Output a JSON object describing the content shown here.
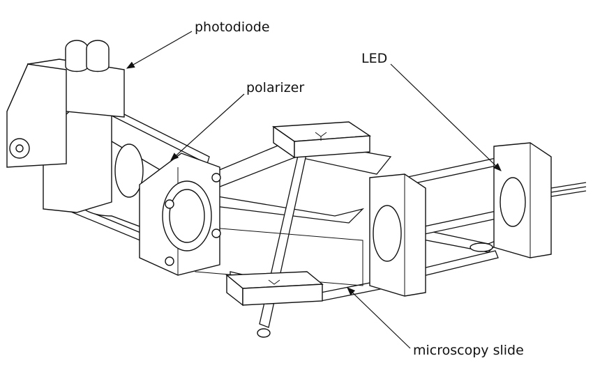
{
  "labels": {
    "photodiode": "photodiode",
    "polarizer": "polarizer",
    "led": "LED",
    "slide": "microscopy slide"
  },
  "colors": {
    "line": "#111111",
    "background": "#ffffff"
  }
}
